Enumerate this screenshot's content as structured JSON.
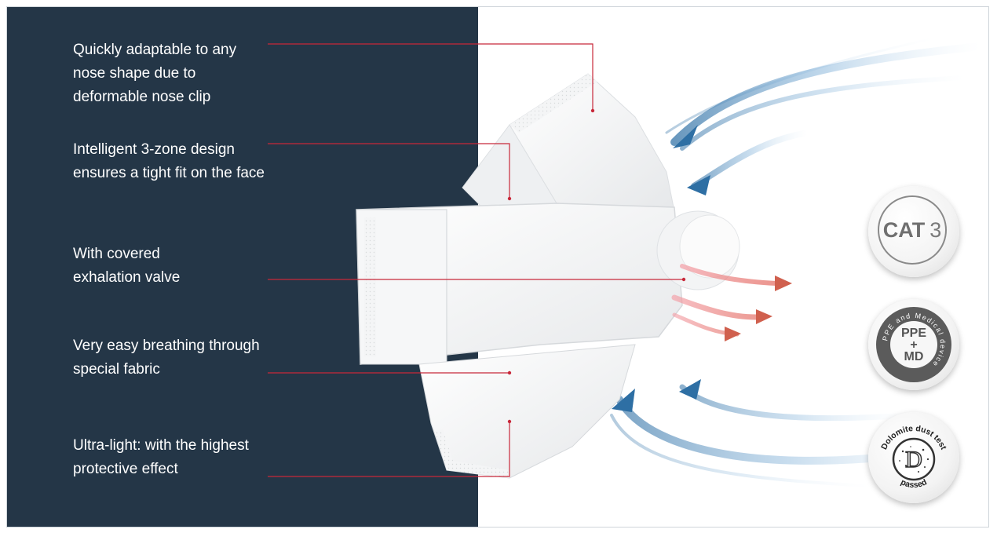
{
  "features": [
    {
      "text": "Quickly adaptable to any\nnose shape due to\ndeformable nose clip"
    },
    {
      "text": "Intelligent 3-zone design\nensures a tight fit on the face"
    },
    {
      "text": "With covered\nexhalation valve"
    },
    {
      "text": "Very easy breathing through\nspecial fabric"
    },
    {
      "text": "Ultra-light: with the highest\nprotective effect"
    }
  ],
  "badges": {
    "cat": {
      "bold": "CAT",
      "number": "3"
    },
    "ppe": {
      "line1": "PPE",
      "plus": "+",
      "line2": "MD",
      "ring_text": "PPE and Medical device"
    },
    "dust": {
      "top_text": "Dolomite dust test",
      "bottom_text": "passed",
      "letter": "D"
    }
  },
  "colors": {
    "panel": "#243647",
    "leader_line": "#c8283a",
    "inhale_arrow": "#2e6fa4",
    "exhale_arrow": "#d0604e"
  }
}
